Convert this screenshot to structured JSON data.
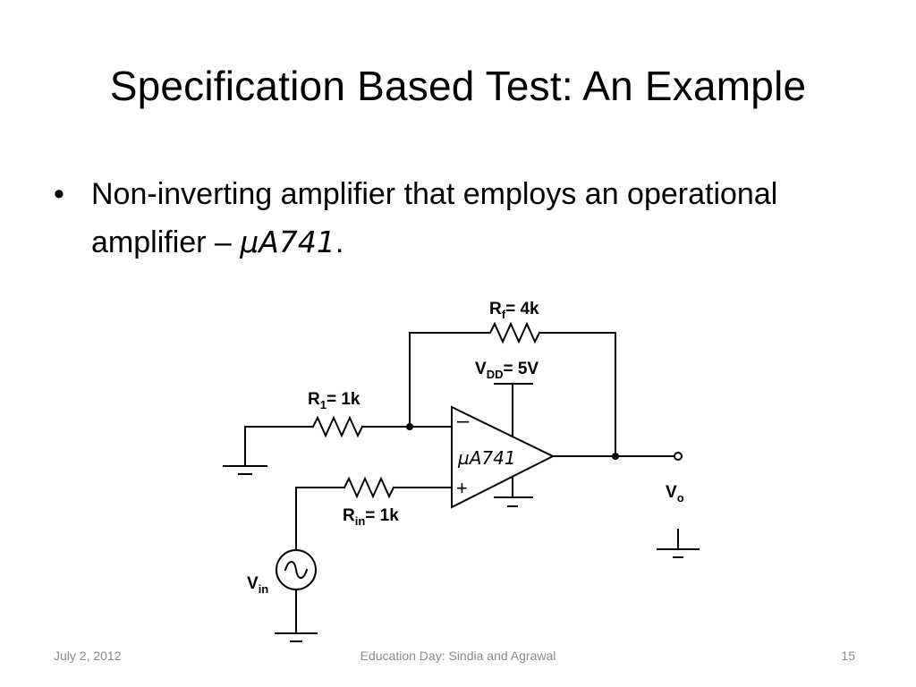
{
  "slide": {
    "title": "Specification Based Test: An Example",
    "bullet_symbol": "•",
    "bullet_text": "Non-inverting amplifier that employs an operational amplifier – ",
    "bullet_chip": "µA741",
    "bullet_end": "."
  },
  "circuit": {
    "rf_label": "R",
    "rf_sub": "f",
    "rf_value": "= 4k",
    "vdd_label": "V",
    "vdd_sub": "DD",
    "vdd_value": "= 5V",
    "r1_label": "R",
    "r1_sub": "1",
    "r1_value": "= 1k",
    "rin_label": "R",
    "rin_sub": "in",
    "rin_value": "= 1k",
    "opamp_name": "µA741",
    "minus_sign": "–",
    "plus_sign": "+",
    "vo_label": "V",
    "vo_sub": "o",
    "vin_label": "V",
    "vin_sub": "in"
  },
  "footer": {
    "date": "July 2, 2012",
    "center": "Education Day: Sindia and Agrawal",
    "page": "15"
  }
}
